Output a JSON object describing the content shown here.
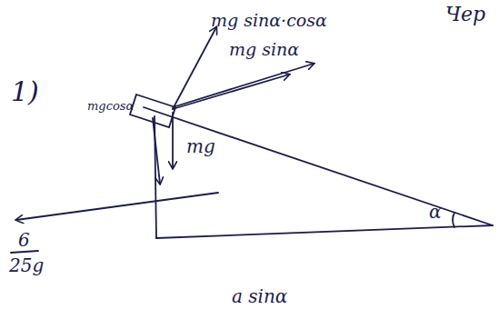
{
  "diagram": {
    "labels": [
      "1)",
      "mg sinα·cosα",
      "mg sinα",
      "mgcosα",
      "mg",
      "α",
      "6",
      "25g",
      "a sinα",
      "Чер"
    ]
  }
}
